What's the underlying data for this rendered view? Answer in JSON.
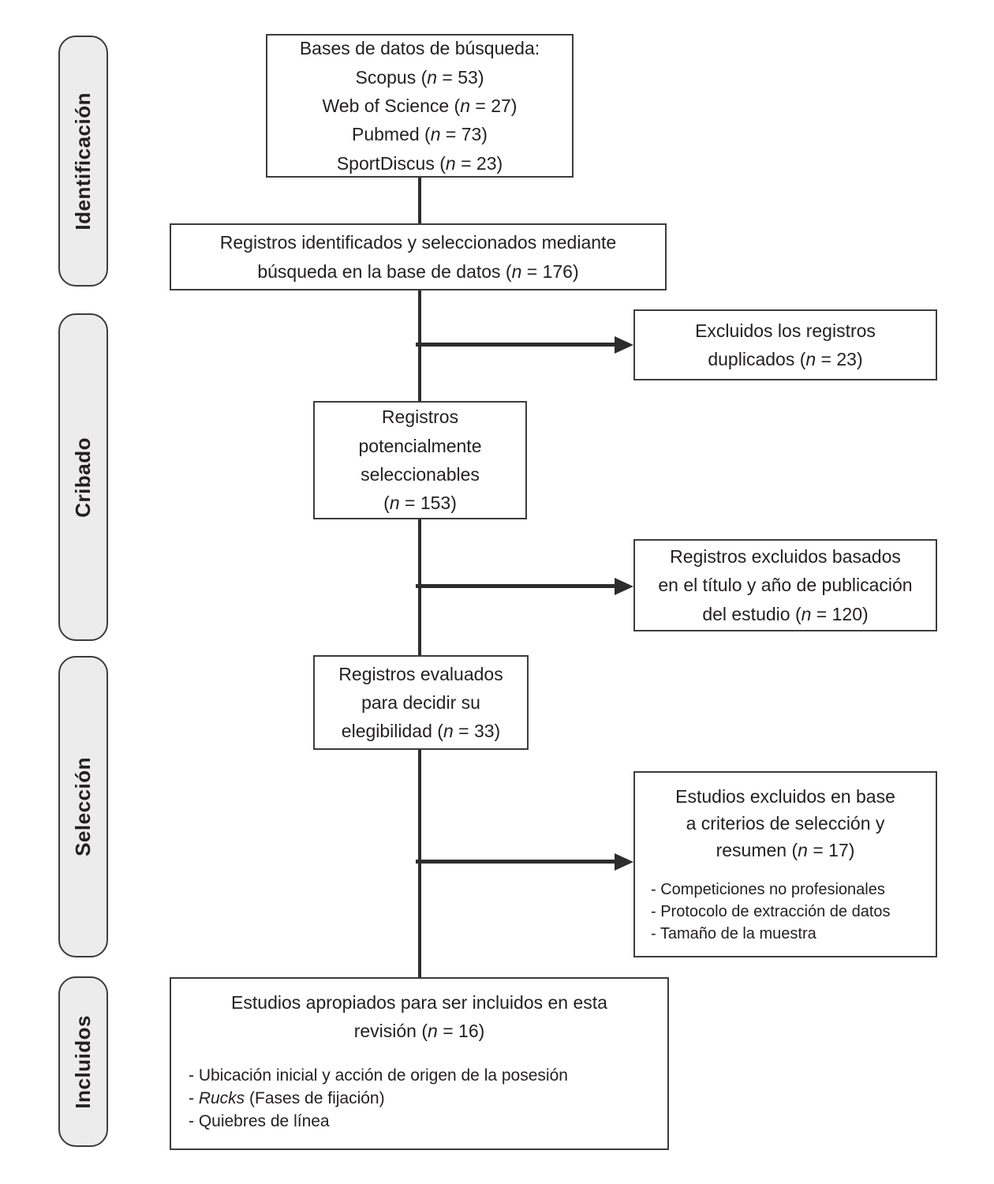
{
  "diagram": {
    "stages": [
      {
        "label": "Identificación"
      },
      {
        "label": "Cribado"
      },
      {
        "label": "Selección"
      },
      {
        "label": "Incluidos"
      }
    ],
    "boxes": {
      "databases": {
        "lines": [
          "Bases de datos de búsqueda:",
          "Scopus (*n* = 53)",
          "Web of Science (*n* = 27)",
          "Pubmed (*n* = 73)",
          "SportDiscus (*n* = 23)"
        ]
      },
      "identified": {
        "lines": [
          "Registros identificados y seleccionados mediante",
          "búsqueda en la base de datos (*n* = 176)"
        ]
      },
      "potential": {
        "lines": [
          "Registros",
          "potencialmente",
          "seleccionables",
          "(*n* = 153)"
        ]
      },
      "evaluated": {
        "lines": [
          "Registros evaluados",
          "para decidir su",
          "elegibilidad (*n* = 33)"
        ]
      },
      "included": {
        "title_lines": [
          "Estudios apropiados para ser incluidos en esta",
          "revisión (*n* = 16)"
        ],
        "bullets": [
          "- Ubicación inicial y acción de origen de la posesión",
          "- *Rucks* (Fases de fijación)",
          "- Quiebres de línea"
        ]
      }
    },
    "exclusions": {
      "duplicates": {
        "lines": [
          "Excluidos los registros",
          "duplicados (*n* = 23)"
        ]
      },
      "title_year": {
        "lines": [
          "Registros excluidos basados",
          "en el título y año de publicación",
          "del estudio (*n* = 120)"
        ]
      },
      "criteria": {
        "title_lines": [
          "Estudios excluidos en base",
          "a criterios de selección y",
          "resumen (*n* = 17)"
        ],
        "bullets": [
          "- Competiciones no profesionales",
          "- Protocolo de extracción de datos",
          "- Tamaño de la muestra"
        ]
      }
    },
    "colors": {
      "line": "#2d2d2d",
      "box_border": "#3c3c3c",
      "stage_fill": "#ececec",
      "text": "#231f20",
      "background": "#ffffff"
    }
  }
}
